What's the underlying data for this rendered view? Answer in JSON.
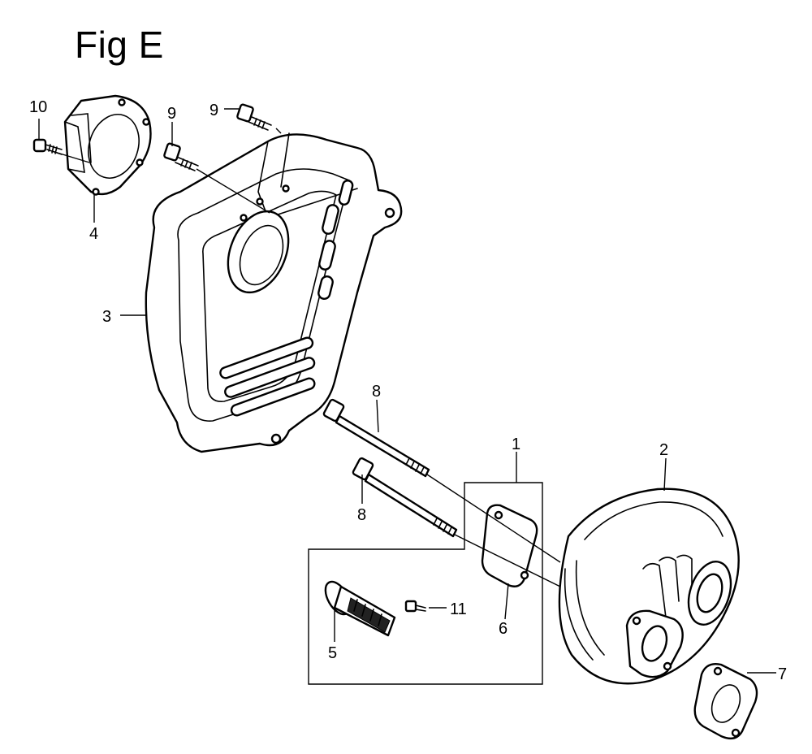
{
  "figure": {
    "title": "Fig E"
  },
  "callouts": {
    "c1": "1",
    "c2": "2",
    "c3": "3",
    "c4": "4",
    "c5": "5",
    "c6": "6",
    "c7": "7",
    "c8a": "8",
    "c8b": "8",
    "c9a": "9",
    "c9b": "9",
    "c10": "10",
    "c11": "11"
  }
}
